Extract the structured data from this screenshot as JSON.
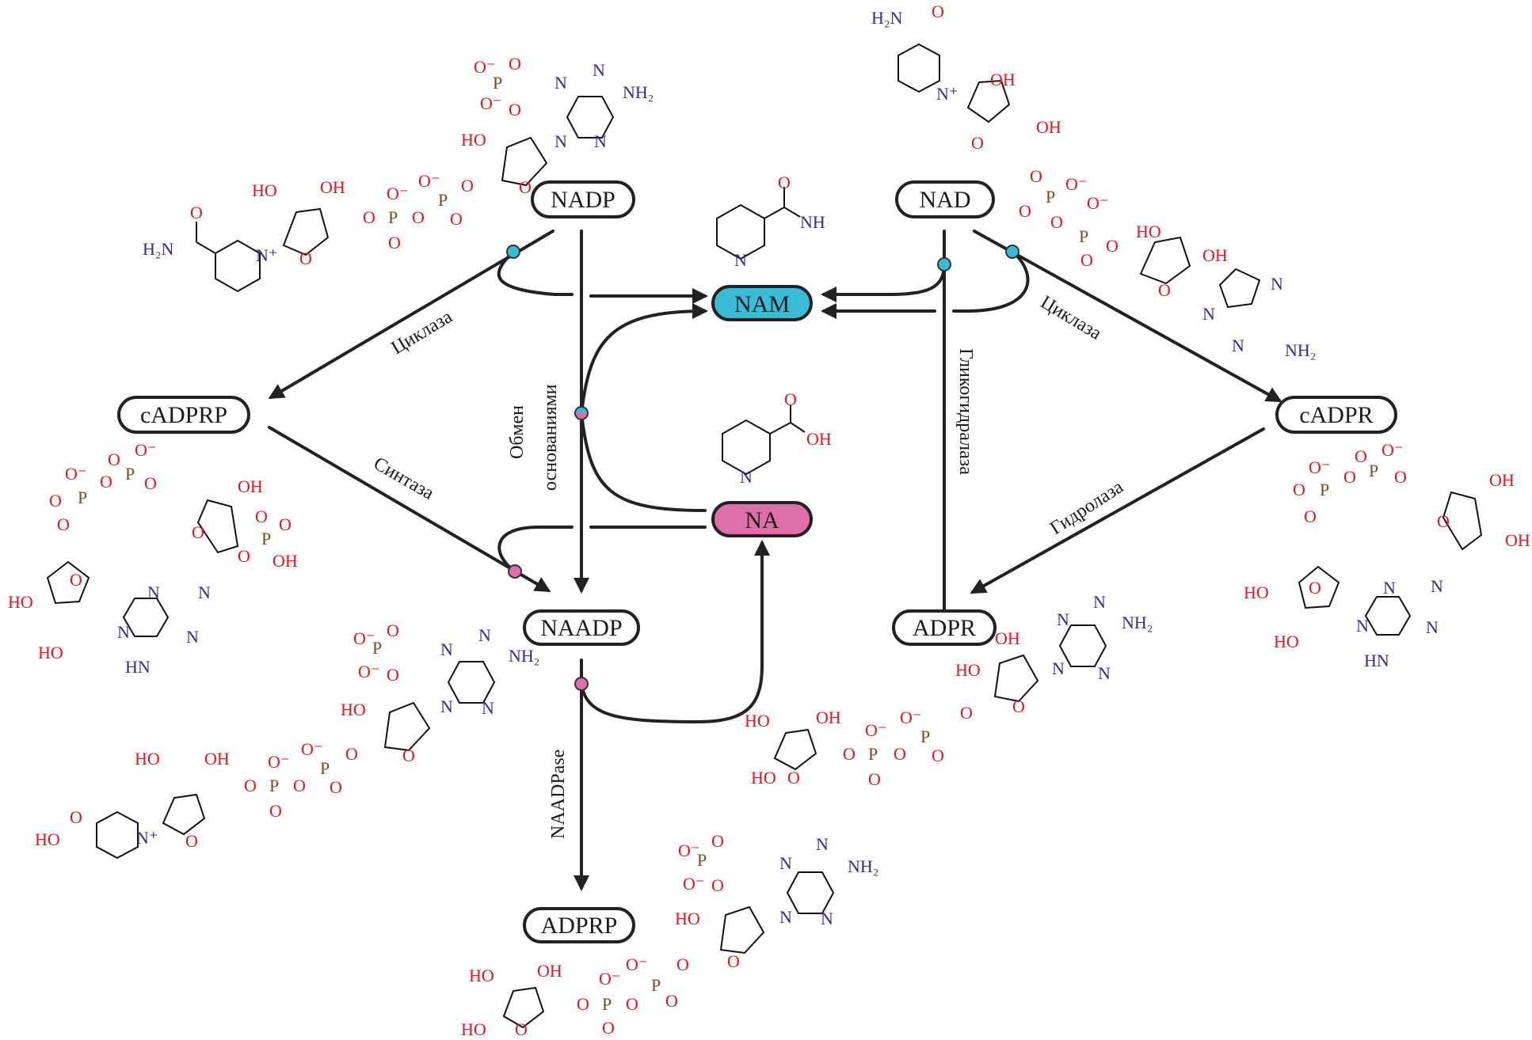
{
  "nodes": {
    "nadp": "NADP",
    "nad": "NAD",
    "nam": "NAM",
    "na": "NA",
    "cadprp": "cADPRP",
    "cadpr": "cADPR",
    "naadp": "NAADP",
    "adpr": "ADPR",
    "adprp": "ADPRP"
  },
  "enzymes": {
    "cyclase_left": "Циклаза",
    "cyclase_right": "Циклаза",
    "synthase": "Синтаза",
    "base_exchange_1": "Обмен",
    "base_exchange_2": "основаниями",
    "glycohydrolase": "Гликогидралаза",
    "hydrolase": "Гидролаза",
    "naadpase": "NAADPase"
  },
  "colors": {
    "nam_fill": "#3bbcd6",
    "na_fill": "#de6fa8",
    "oxygen": "#e8161f",
    "nitrogen": "#2b2f8f",
    "phosphorus": "#7a4b22",
    "line": "#222222"
  },
  "atoms": {
    "O": "O",
    "OH": "OH",
    "HO": "HO",
    "P": "P",
    "N": "N",
    "Nplus": "N⁺",
    "NH2": "NH₂",
    "H2N": "H₂N",
    "NH": "NH",
    "HN": "HN",
    "Ominus": "O⁻"
  }
}
